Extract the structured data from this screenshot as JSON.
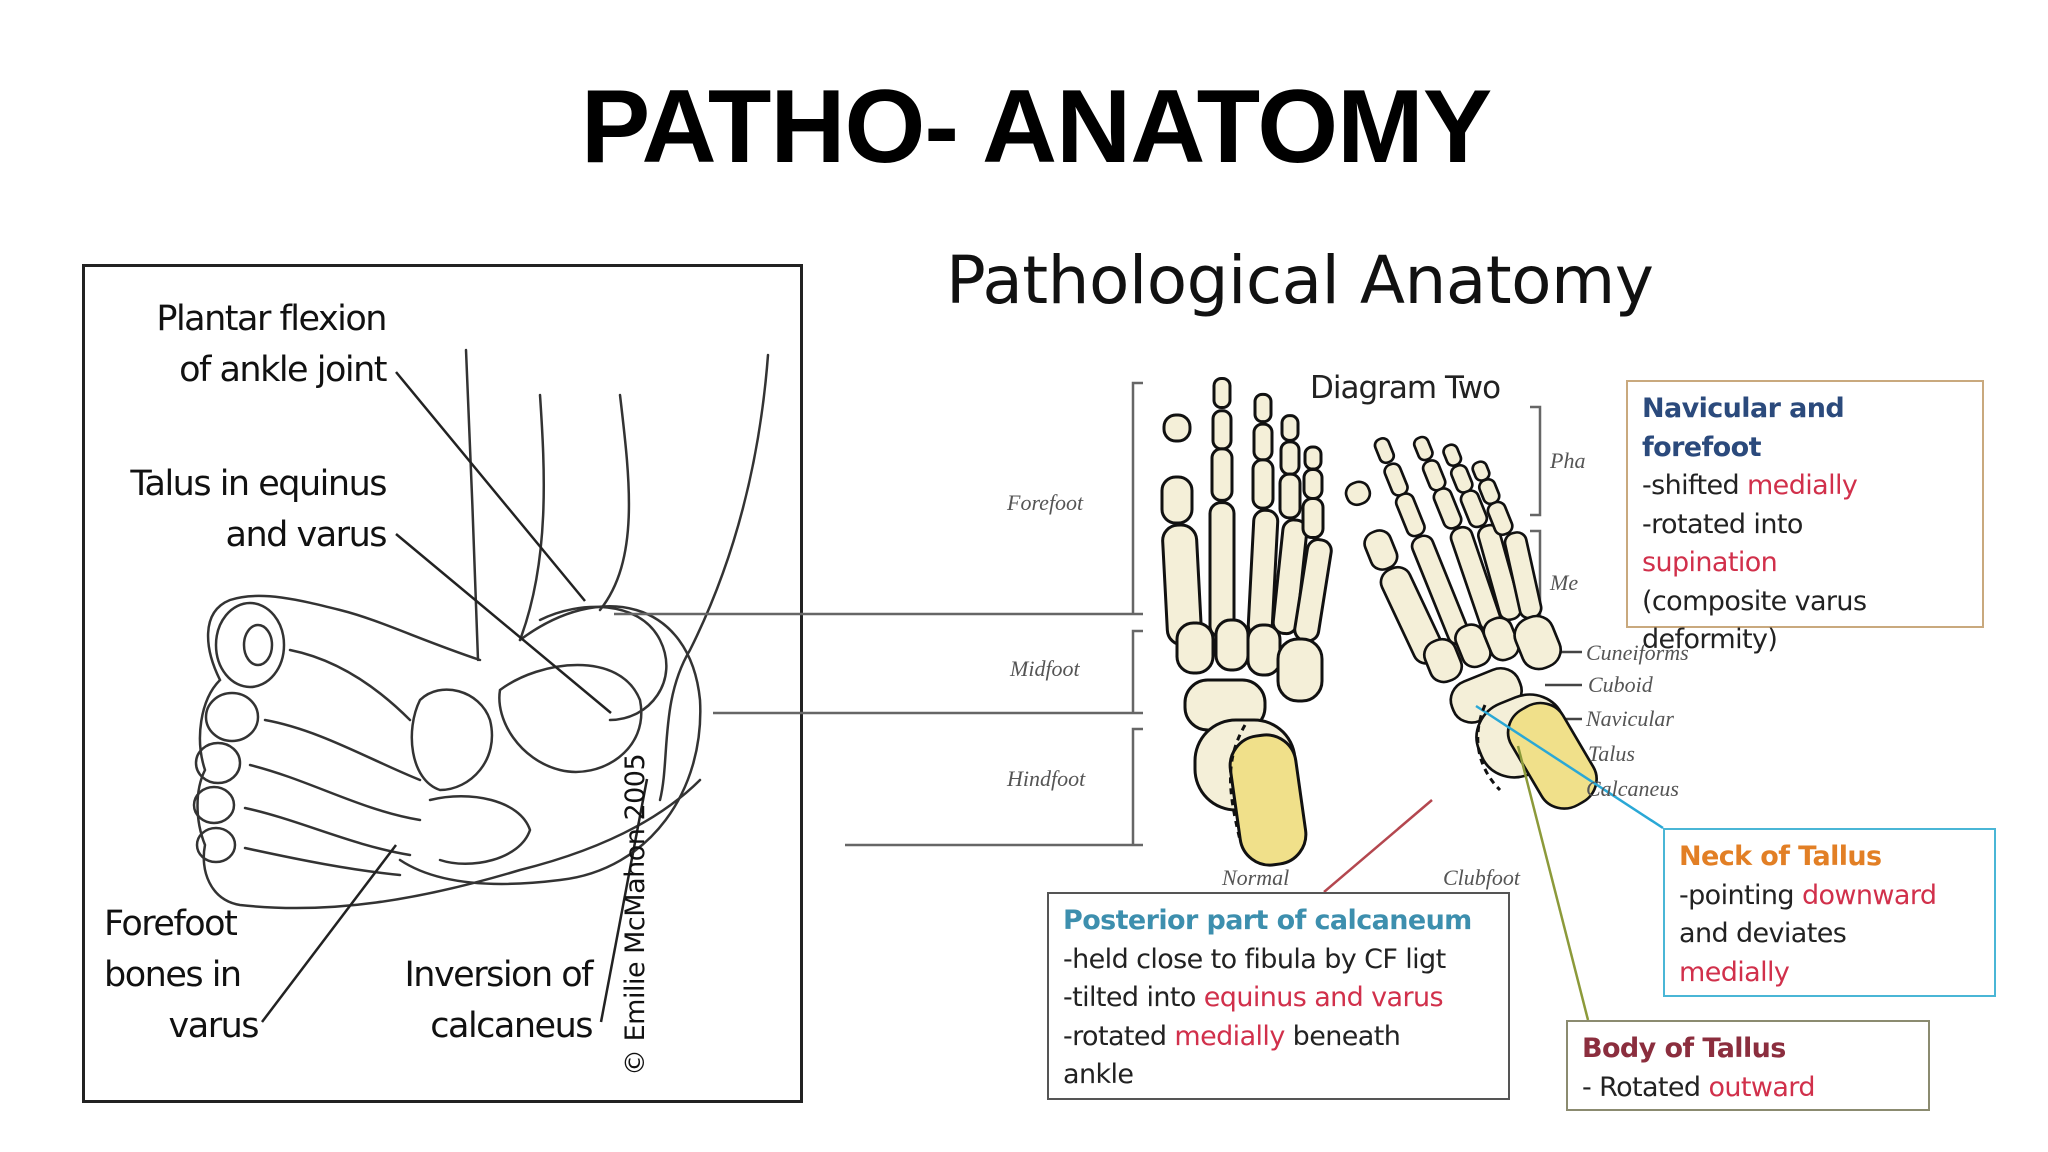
{
  "title": "PATHO- ANATOMY",
  "left_figure": {
    "labels": {
      "plantar_flexion": [
        "Plantar flexion",
        "of ankle joint"
      ],
      "talus": [
        "Talus in equinus",
        "and varus"
      ],
      "forefoot": [
        "Forefoot",
        "bones in",
        "varus"
      ],
      "inversion": [
        "Inversion of",
        "calcaneus"
      ]
    },
    "copyright": "© Emilie McMahon 2005"
  },
  "right_figure": {
    "heading": "Pathological Anatomy",
    "diagram_title": "Diagram Two",
    "region_labels": {
      "forefoot": "Forefoot",
      "midfoot": "Midfoot",
      "hindfoot": "Hindfoot"
    },
    "foot_labels": {
      "normal": "Normal",
      "clubfoot": "Clubfoot"
    },
    "bone_labels": {
      "phalanges": "Pha",
      "metatarsals": "Me",
      "cuneiforms": "Cuneiforms",
      "cuboid": "Cuboid",
      "navicular": "Navicular",
      "talus": "Talus",
      "calcaneus": "Calcaneus"
    },
    "colors": {
      "bone_fill": "#f4efd8",
      "highlight": "#f0e08a",
      "nav_title": "#2b4a7c",
      "red": "#d1304b",
      "post_title": "#3d8fae",
      "neck_title": "#e27f25",
      "body_title": "#8b2e3e",
      "line_post": "#b4474f",
      "line_neck": "#2aa8d6",
      "line_body": "#8c9a3a"
    },
    "boxes": {
      "navicular": {
        "title": "Navicular and forefoot",
        "l1a": "-shifted ",
        "l1b": "medially",
        "l2": "-rotated into",
        "l3": "supination",
        "l4": "(composite varus",
        "l5": "deformity)"
      },
      "neck": {
        "title": "Neck of Tallus",
        "l1a": "-pointing ",
        "l1b": "downward",
        "l2": "and deviates",
        "l3": "medially"
      },
      "posterior": {
        "title": "Posterior part of calcaneum",
        "l1": "-held close to fibula by CF ligt",
        "l2a": "-tilted into ",
        "l2b": "equinus and varus",
        "l3a": "-rotated ",
        "l3b": "medially",
        "l3c": " beneath",
        "l4": "ankle"
      },
      "body": {
        "title": "Body of Tallus",
        "l1a": "- Rotated ",
        "l1b": "outward"
      }
    }
  }
}
